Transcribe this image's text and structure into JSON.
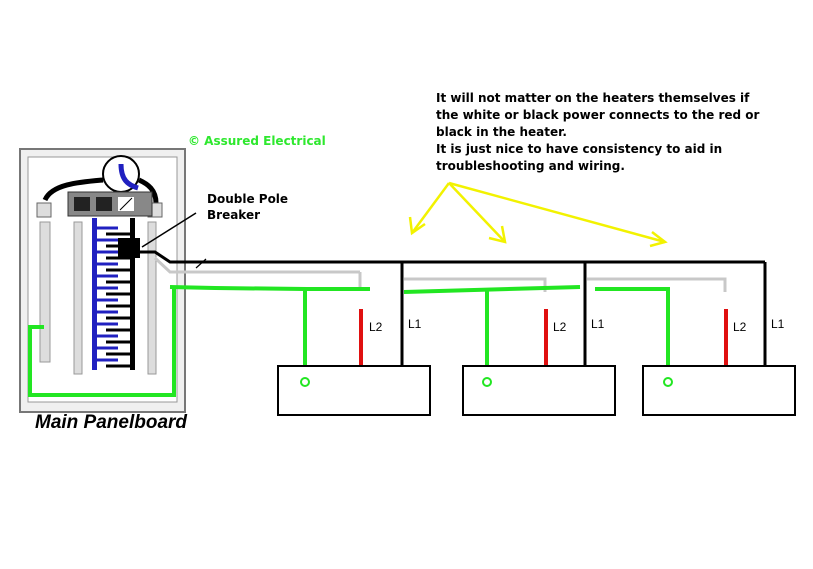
{
  "note": {
    "lines": [
      "It will not matter on the heaters themselves if",
      "the white or black power connects to the red or",
      "black in the heater.",
      "It is just nice to have consistency to aid in",
      "troubleshooting and wiring."
    ]
  },
  "copyright": "© Assured Electrical",
  "breaker_label": [
    "Double Pole",
    "Breaker"
  ],
  "panel_title": "Main Panelboard",
  "heaters": [
    {
      "l2_label": "L2",
      "l1_label": "L1"
    },
    {
      "l2_label": "L2",
      "l1_label": "L1"
    },
    {
      "l2_label": "L2",
      "l1_label": "L1"
    }
  ],
  "colors": {
    "ground": "#22e622",
    "hot_black": "#000000",
    "hot_white": "#c8c8c8",
    "l2_red": "#e01010",
    "arrow": "#f2f200",
    "bus_blue": "#2020c0",
    "copyright": "#2ee82e"
  }
}
